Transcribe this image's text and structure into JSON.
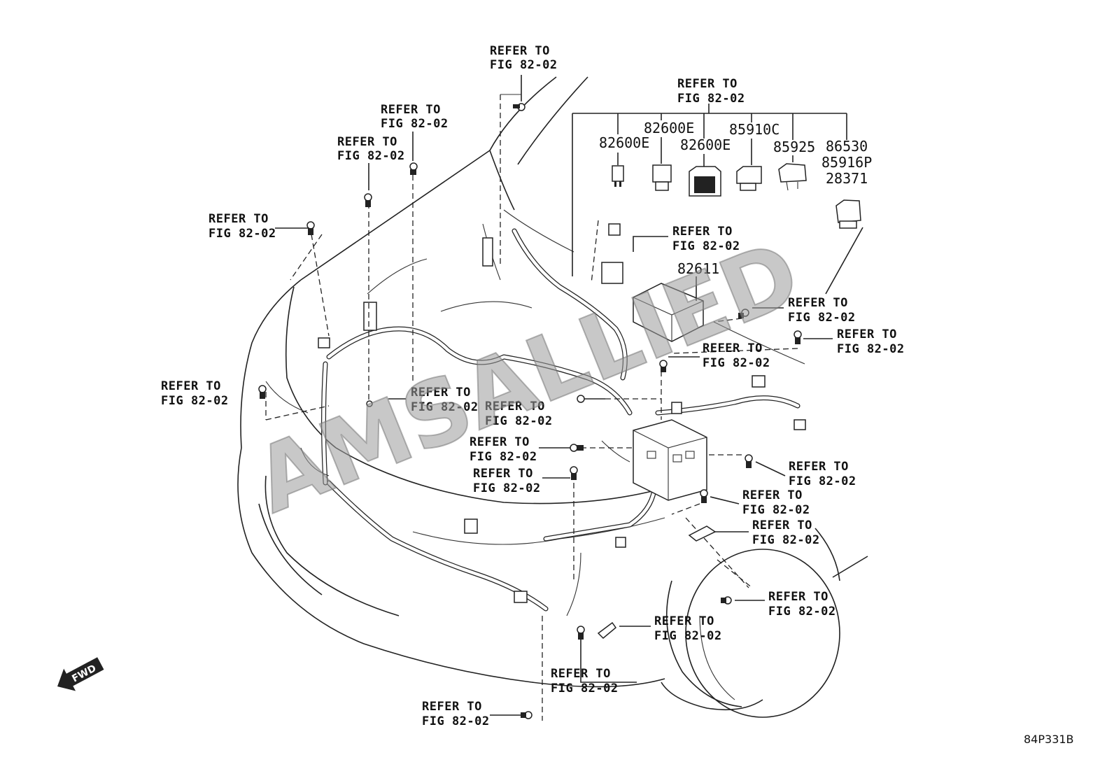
{
  "diagram": {
    "callout_line1": "REFER TO",
    "callout_line2": "FIG 82-02",
    "refer_callouts": [
      {
        "id": "top-bolt"
      },
      {
        "id": "upper-left-1"
      },
      {
        "id": "upper-left-2"
      },
      {
        "id": "left-bolt"
      },
      {
        "id": "far-left"
      },
      {
        "id": "center-clip-1"
      },
      {
        "id": "center-clip-2"
      },
      {
        "id": "center-bolt-1"
      },
      {
        "id": "center-bolt-2"
      },
      {
        "id": "relay-group"
      },
      {
        "id": "upper-connector"
      },
      {
        "id": "right-bolt-1"
      },
      {
        "id": "right-bolt-2"
      },
      {
        "id": "right-clip"
      },
      {
        "id": "right-lower-1"
      },
      {
        "id": "right-lower-2"
      },
      {
        "id": "right-lower-3"
      },
      {
        "id": "wheel-bolt"
      },
      {
        "id": "lower-clip"
      },
      {
        "id": "lower-bolt-1"
      },
      {
        "id": "lower-bolt-2"
      }
    ],
    "part_numbers": {
      "fuse_small": "82600E",
      "fuse_medium": "82600E",
      "fuse_large": "82600E",
      "relay_a": "85910C",
      "relay_b": "85925",
      "relay_c_1": "86530",
      "relay_c_2": "85916P",
      "relay_c_3": "28371",
      "junction_cover": "82611"
    },
    "direction_label": "FWD",
    "watermark": "AMSALLIED",
    "figure_code": "84P331B"
  }
}
